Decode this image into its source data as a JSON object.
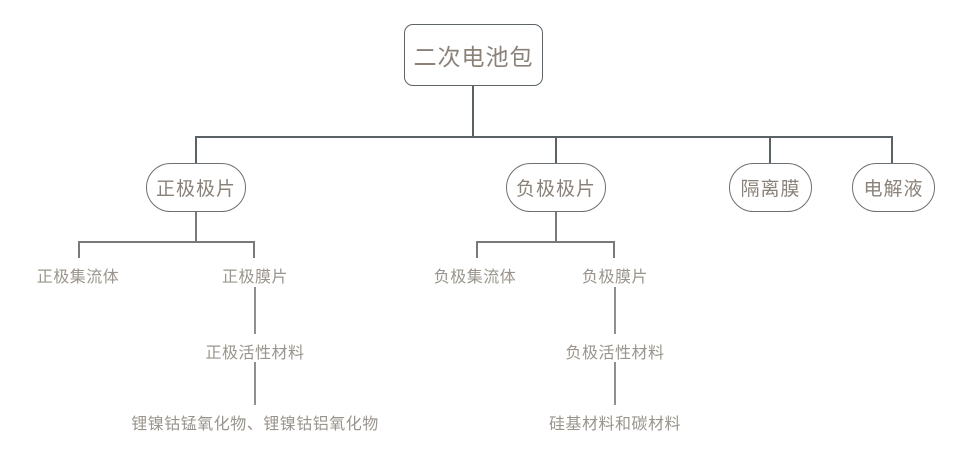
{
  "diagram": {
    "title_node": {
      "label": "二次电池包",
      "shape": "rounded-rectangle"
    },
    "colors": {
      "node_border": "#5d6468",
      "pill_border": "#6b7175",
      "node_text": "#8a8279",
      "label_text": "#9a948c",
      "edge": "#5b6266",
      "background": "#ffffff"
    },
    "level2": [
      {
        "id": "cathode-electrode",
        "label": "正极极片",
        "shape": "pill"
      },
      {
        "id": "anode-electrode",
        "label": "负极极片",
        "shape": "pill"
      },
      {
        "id": "separator",
        "label": "隔离膜",
        "shape": "pill"
      },
      {
        "id": "electrolyte",
        "label": "电解液",
        "shape": "pill"
      }
    ],
    "level3": [
      {
        "id": "cathode-current-collector",
        "label": "正极集流体"
      },
      {
        "id": "cathode-film",
        "label": "正极膜片"
      },
      {
        "id": "anode-current-collector",
        "label": "负极集流体"
      },
      {
        "id": "anode-film",
        "label": "负极膜片"
      }
    ],
    "level4": [
      {
        "id": "cathode-active-material",
        "label": "正极活性材料"
      },
      {
        "id": "anode-active-material",
        "label": "负极活性材料"
      }
    ],
    "level5": [
      {
        "id": "cathode-materials",
        "label": "锂镍钴锰氧化物、锂镍钴铝氧化物"
      },
      {
        "id": "anode-materials",
        "label": "硅基材料和碳材料"
      }
    ]
  }
}
